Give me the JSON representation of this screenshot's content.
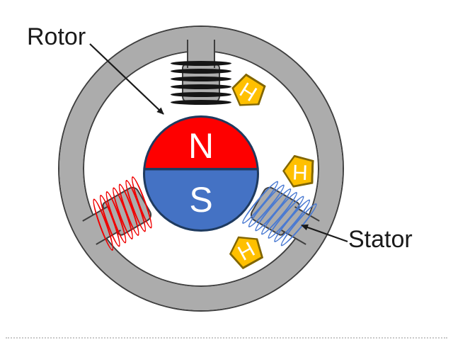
{
  "diagram": {
    "subject": "brushless-dc-motor-cross-section",
    "annotations": {
      "rotor_label": "Rotor",
      "stator_label": "Stator"
    },
    "rotor": {
      "north": "N",
      "south": "S",
      "north_color": "#FE0000",
      "south_color": "#4472C4",
      "outline_color": "#1E3A5F"
    },
    "stator": {
      "ring_color": "#ACACAC",
      "outline_color": "#3F3F3F",
      "coils": [
        {
          "position": "top",
          "color": "#151515"
        },
        {
          "position": "lower-left",
          "color": "#F00000"
        },
        {
          "position": "lower-right",
          "color": "#4A7AD2"
        }
      ]
    },
    "hall_sensors": {
      "fill_color": "#FFC000",
      "border_color": "#826600",
      "items": [
        {
          "label": "H"
        },
        {
          "label": "H"
        },
        {
          "label": "H"
        }
      ]
    }
  }
}
